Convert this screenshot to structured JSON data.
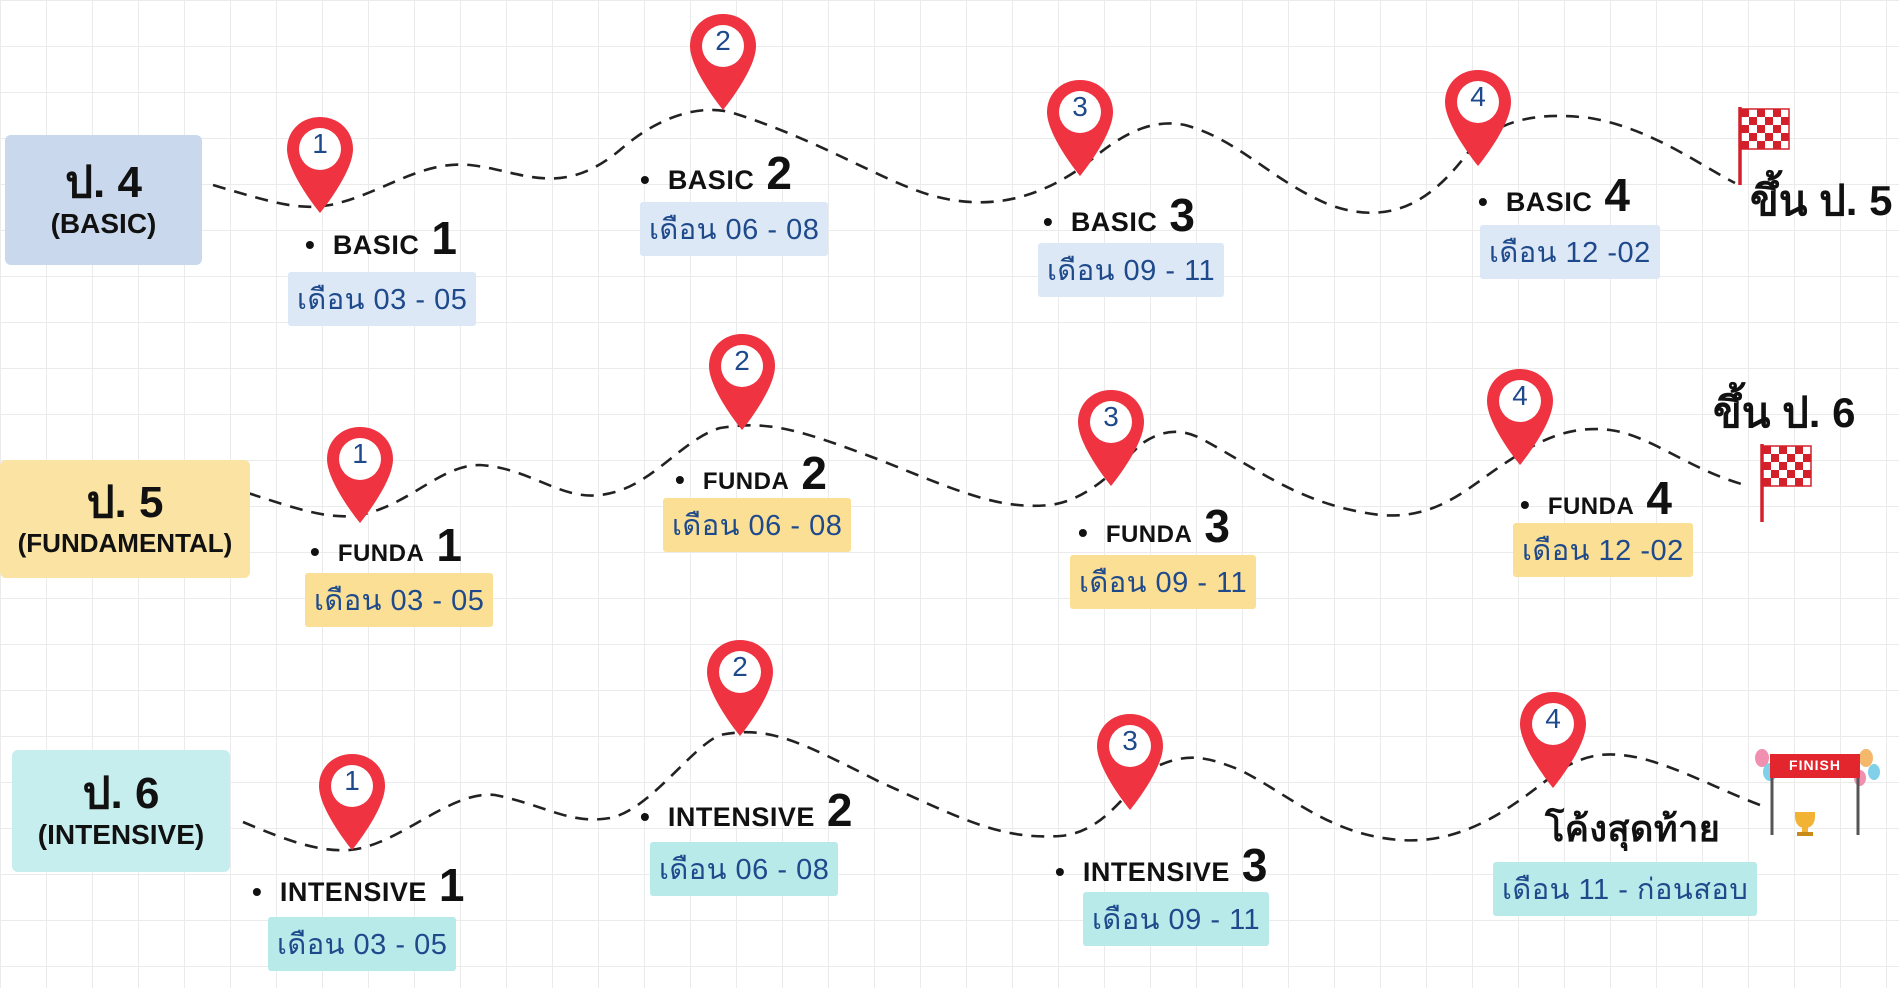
{
  "colors": {
    "basic_label": "#c9d8ec",
    "basic_date": "#dde8f6",
    "funda_label": "#fbe3a4",
    "funda_date": "#fbdf95",
    "intensive_label": "#c6eeee",
    "intensive_date": "#b8eaea",
    "pin_red": "#ef3340",
    "date_text": "#1e4a8c",
    "finish_banner": "#e3262d"
  },
  "rows": [
    {
      "grade": "ป. 4",
      "level": "(BASIC)",
      "goal": "ขึ้น ป. 5",
      "stages": [
        {
          "pin": "1",
          "name": "BASIC",
          "num": "1",
          "date": "เดือน 03 - 05"
        },
        {
          "pin": "2",
          "name": "BASIC",
          "num": "2",
          "date": "เดือน 06 - 08"
        },
        {
          "pin": "3",
          "name": "BASIC",
          "num": "3",
          "date": "เดือน 09 - 11"
        },
        {
          "pin": "4",
          "name": "BASIC",
          "num": "4",
          "date": "เดือน 12 -02"
        }
      ]
    },
    {
      "grade": "ป. 5",
      "level": "(FUNDAMENTAL)",
      "goal": "ขึ้น ป. 6",
      "stages": [
        {
          "pin": "1",
          "name": "FUNDA",
          "num": "1",
          "date": "เดือน 03 - 05"
        },
        {
          "pin": "2",
          "name": "FUNDA",
          "num": "2",
          "date": "เดือน 06 - 08"
        },
        {
          "pin": "3",
          "name": "FUNDA",
          "num": "3",
          "date": "เดือน 09 - 11"
        },
        {
          "pin": "4",
          "name": "FUNDA",
          "num": "4",
          "date": "เดือน 12 -02"
        }
      ]
    },
    {
      "grade": "ป. 6",
      "level": "(INTENSIVE)",
      "finish_text": "FINISH",
      "stages": [
        {
          "pin": "1",
          "name": "INTENSIVE",
          "num": "1",
          "date": "เดือน 03 - 05"
        },
        {
          "pin": "2",
          "name": "INTENSIVE",
          "num": "2",
          "date": "เดือน 06 - 08"
        },
        {
          "pin": "3",
          "name": "INTENSIVE",
          "num": "3",
          "date": "เดือน 09 - 11"
        },
        {
          "pin": "4",
          "name": "โค้งสุดท้าย",
          "num": "",
          "date": "เดือน 11 -  ก่อนสอบ"
        }
      ]
    }
  ]
}
